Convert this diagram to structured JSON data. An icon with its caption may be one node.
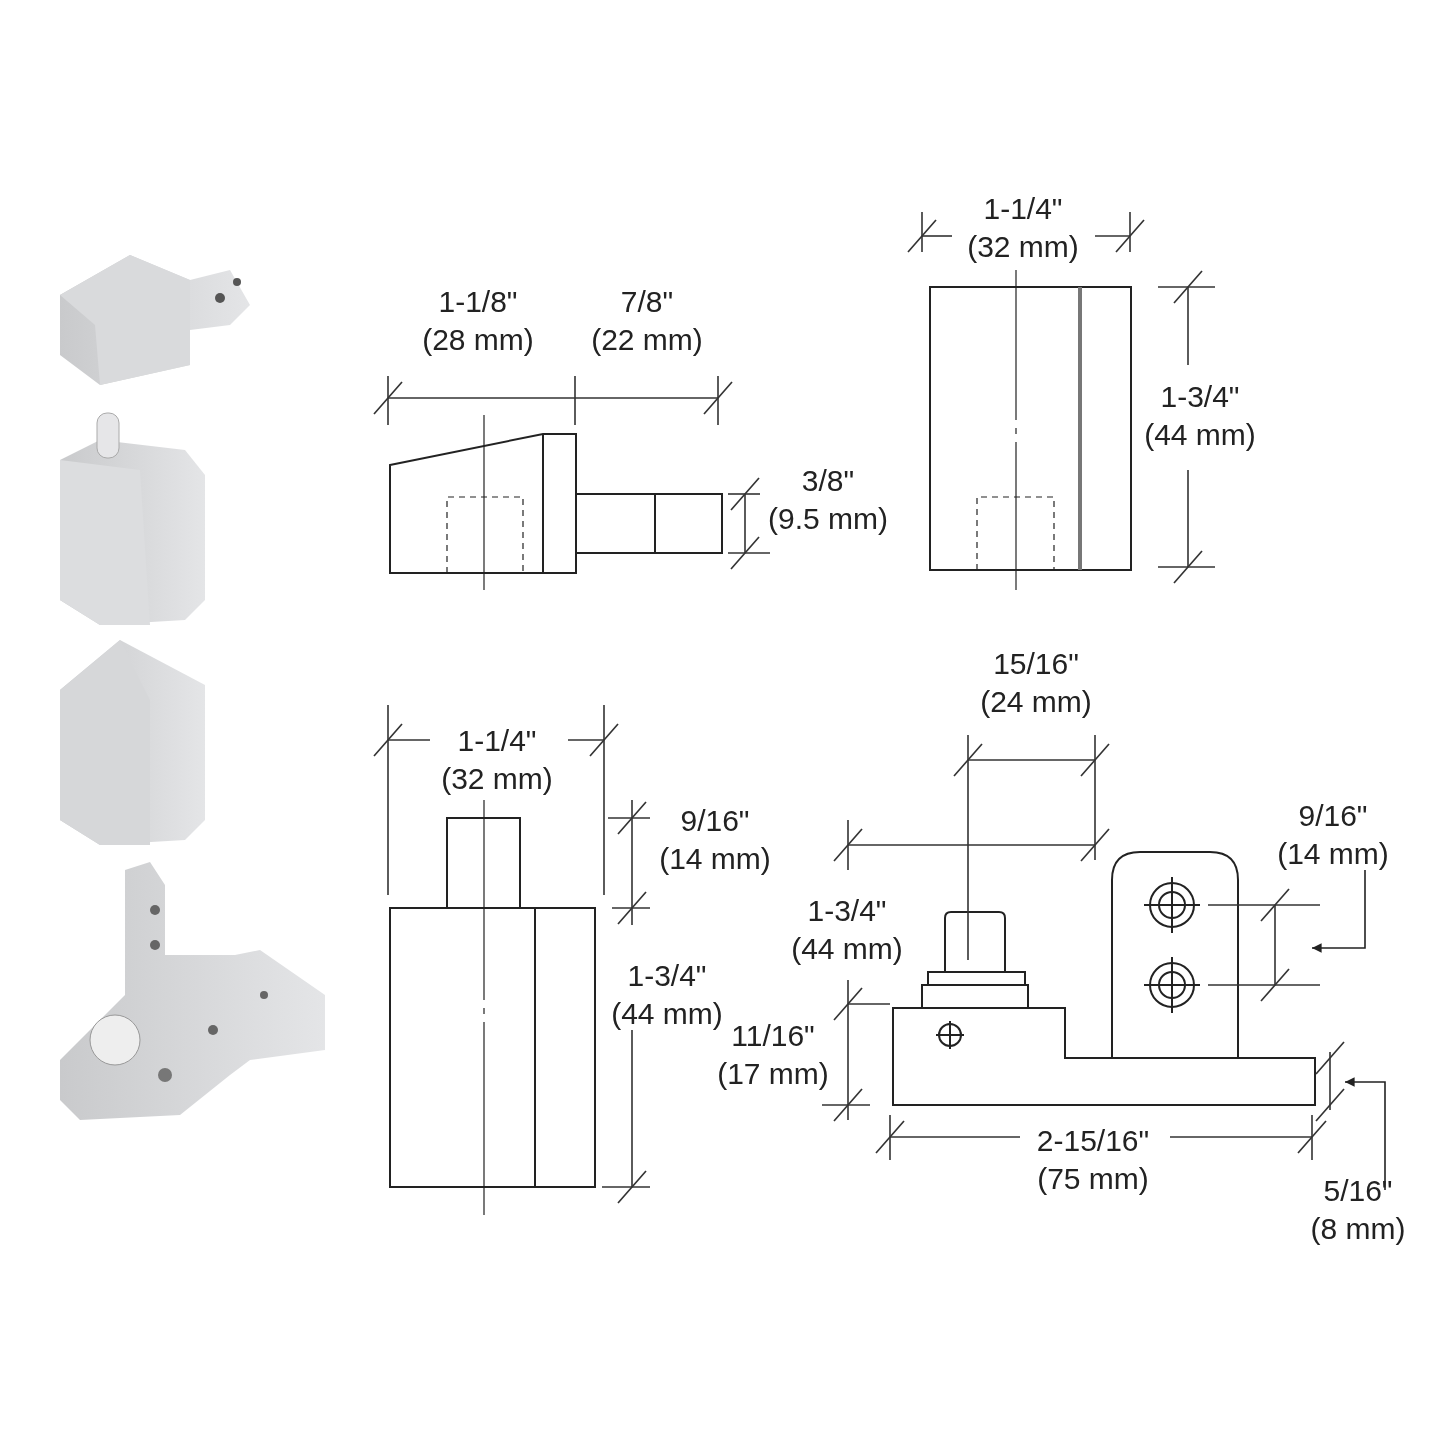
{
  "diagram": {
    "labels": [
      "1-1/4\" (32 mm)",
      "1-1/8\" (28 mm)",
      "7/8\" (22 mm)",
      "1-3/4\" (44 mm)",
      "3/8\" (9.5 mm)",
      "15/16\" (24 mm)",
      "1-1/4\" (32 mm)",
      "9/16\" (14 mm)",
      "9/16\" (14 mm)",
      "1-3/4\" (44 mm)",
      "1-3/4\" (44 mm)",
      "11/16\" (17 mm)",
      "2-15/16\" (75 mm)",
      "5/16\" (8 mm)"
    ]
  }
}
